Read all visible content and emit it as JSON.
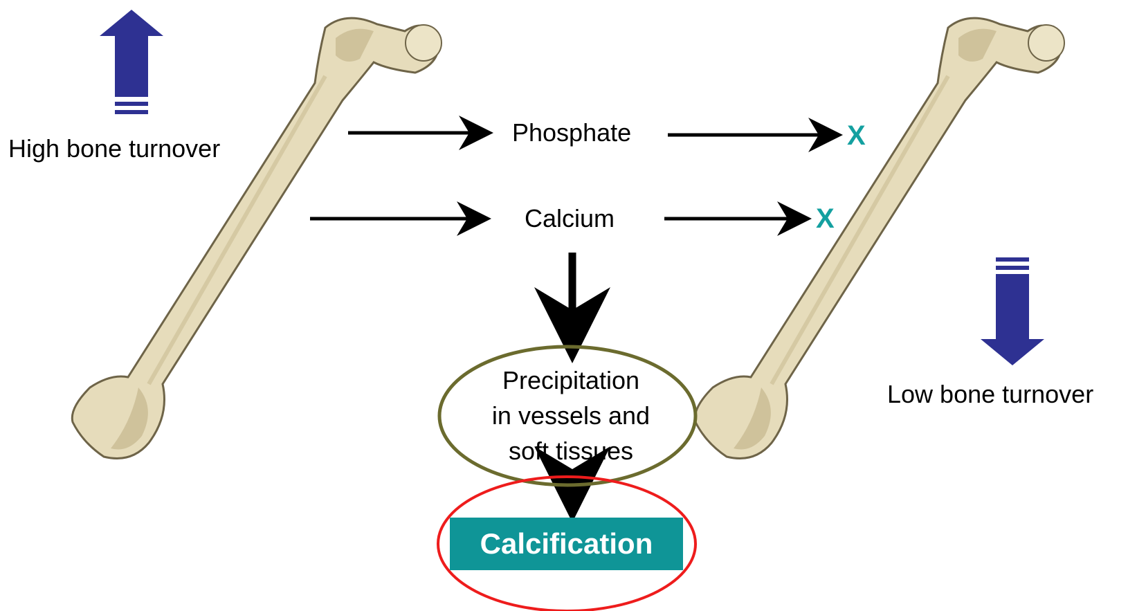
{
  "labels": {
    "high_turnover": "High bone turnover",
    "low_turnover": "Low bone turnover",
    "phosphate": "Phosphate",
    "calcium": "Calcium",
    "precipitation_line1": "Precipitation",
    "precipitation_line2": "in vessels and",
    "precipitation_line3": "soft tissues",
    "calcification": "Calcification",
    "blocked_mark": "X"
  },
  "colors": {
    "bone_fill": "#e6dcbb",
    "bone_shade": "#c9bc93",
    "bone_outline": "#6e6448",
    "turnover_arrow": "#2e3192",
    "blocked_mark": "#14a0a0",
    "calcification_box": "#0f9597",
    "precipitation_ellipse": "#6b6b2e",
    "calcification_ellipse": "#ee1c1c",
    "flow_arrow": "#000000"
  }
}
